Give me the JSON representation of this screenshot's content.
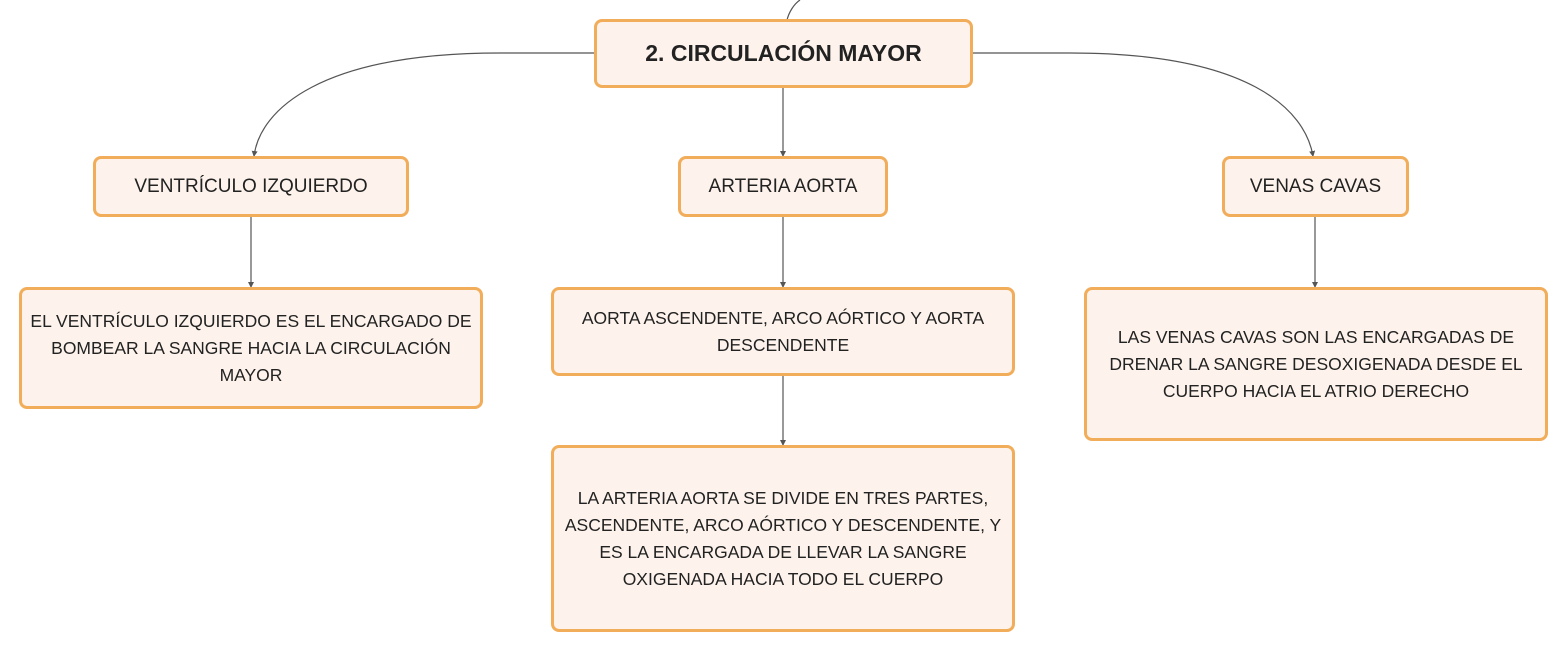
{
  "mindmap": {
    "root": {
      "label": "2. CIRCULACIÓN MAYOR"
    },
    "branches": [
      {
        "label": "VENTRÍCULO IZQUIERDO",
        "details": [
          "EL VENTRÍCULO IZQUIERDO ES EL ENCARGADO DE BOMBEAR LA SANGRE HACIA LA CIRCULACIÓN MAYOR"
        ]
      },
      {
        "label": "ARTERIA AORTA",
        "details": [
          "AORTA ASCENDENTE, ARCO AÓRTICO Y AORTA DESCENDENTE",
          "LA ARTERIA AORTA SE DIVIDE EN TRES PARTES, ASCENDENTE, ARCO AÓRTICO Y DESCENDENTE, Y ES LA ENCARGADA DE LLEVAR LA SANGRE OXIGENADA HACIA TODO EL CUERPO"
        ]
      },
      {
        "label": "VENAS CAVAS",
        "details": [
          "LAS VENAS CAVAS SON LAS ENCARGADAS DE DRENAR LA SANGRE DESOXIGENADA DESDE EL CUERPO HACIA EL ATRIO DERECHO"
        ]
      }
    ]
  },
  "colors": {
    "node_fill": "#fdf3ec",
    "node_border": "#f2ad5b",
    "connector": "#555555",
    "text": "#222222"
  }
}
